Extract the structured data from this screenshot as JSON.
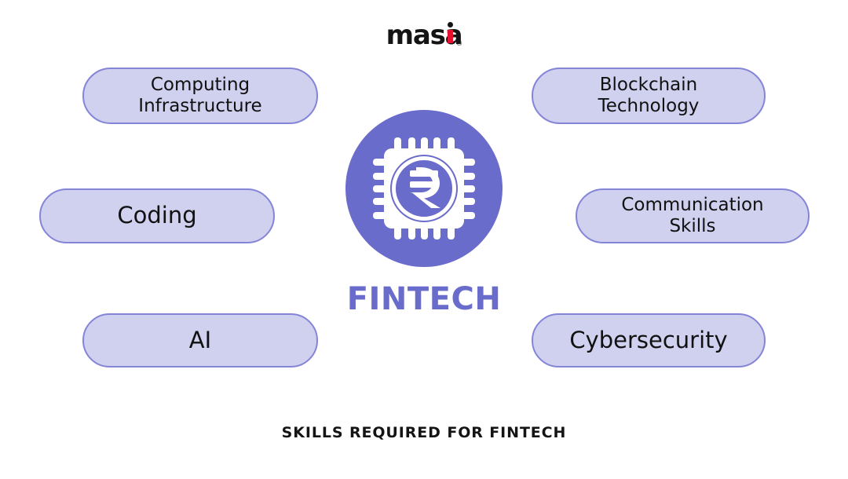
{
  "background_color": "#ffffff",
  "brand": {
    "name": "masai",
    "text_mas": "masa",
    "registered_mark": "®",
    "accent_color": "#e8112d",
    "text_color": "#141414"
  },
  "center": {
    "icon_name": "microchip-rupee-icon",
    "circle_color": "#6a6ccb",
    "icon_color": "#ffffff",
    "currency_symbol": "₹",
    "title": "FINTECH",
    "title_color": "#6a6ccb"
  },
  "pill_style": {
    "fill": "#d0d0ef",
    "border": "#8585d8",
    "text_color": "#111111"
  },
  "skills": {
    "left": [
      {
        "id": "computing-infrastructure",
        "line1": "Computing",
        "line2": "Infrastructure"
      },
      {
        "id": "coding",
        "line1": "Coding",
        "line2": ""
      },
      {
        "id": "ai",
        "line1": "AI",
        "line2": ""
      }
    ],
    "right": [
      {
        "id": "blockchain-technology",
        "line1": "Blockchain",
        "line2": "Technology"
      },
      {
        "id": "communication-skills",
        "line1": "Communication",
        "line2": "Skills"
      },
      {
        "id": "cybersecurity",
        "line1": "Cybersecurity",
        "line2": ""
      }
    ]
  },
  "caption": "SKILLS REQUIRED FOR FINTECH"
}
